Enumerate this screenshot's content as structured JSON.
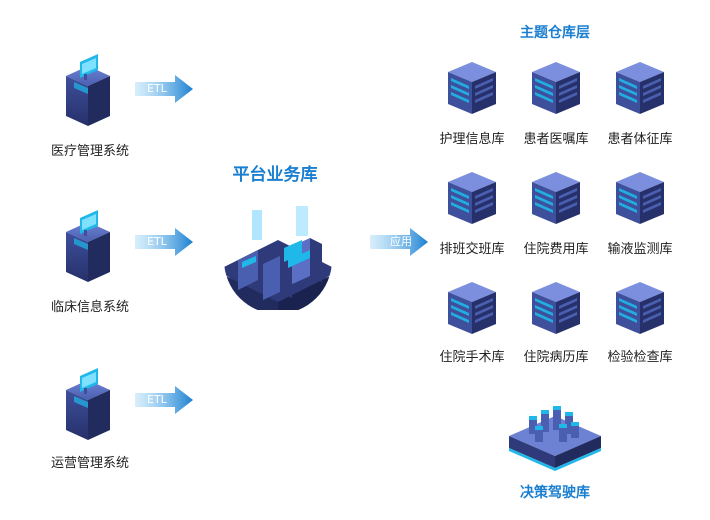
{
  "sources": [
    {
      "label": "医疗管理系统",
      "arrow": "ETL"
    },
    {
      "label": "临床信息系统",
      "arrow": "ETL"
    },
    {
      "label": "运营管理系统",
      "arrow": "ETL"
    }
  ],
  "platform": {
    "title": "平台业务库"
  },
  "apply_arrow": "应用",
  "theme_layer": {
    "title": "主题仓库层",
    "items": [
      "护理信息库",
      "患者医嘱库",
      "患者体征库",
      "排班交班库",
      "住院费用库",
      "输液监测库",
      "住院手术库",
      "住院病历库",
      "检验检查库"
    ]
  },
  "decision": {
    "title": "决策驾驶库"
  },
  "colors": {
    "accent": "#1a7fd1",
    "server_dark": "#2f3a7a",
    "server_mid": "#4a5fb0",
    "screen": "#1fb8e8"
  }
}
